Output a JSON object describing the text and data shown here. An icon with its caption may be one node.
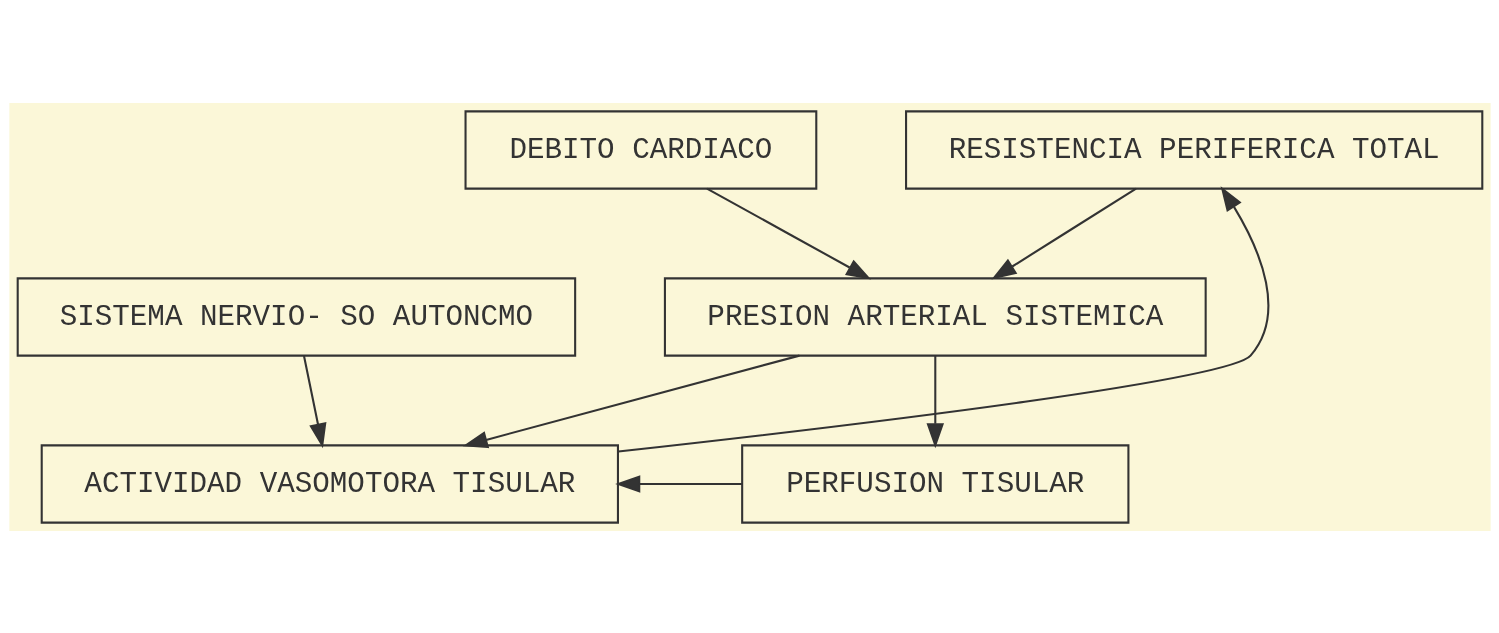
{
  "diagram": {
    "nodes": [
      {
        "text": [
          "DEBITO CARDIACO"
        ]
      },
      {
        "text": [
          "RESISTENCIA PERIFERICA TOTAL"
        ]
      },
      {
        "text": [
          "PRESION ARTERIAL SISTEMICA"
        ]
      },
      {
        "text": [
          "SISTEMA NERVIO- SO AUTONCMO"
        ]
      },
      {
        "text": [
          "ACTIVIDAD VASOMOTORA TISULAR"
        ]
      },
      {
        "text": [
          "PERFUSION TISULAR"
        ]
      }
    ],
    "edges": [
      {
        "from": 0,
        "to": 2,
        "arrow": "to"
      },
      {
        "from": 1,
        "to": 2,
        "arrow": "to"
      },
      {
        "from": 2,
        "to": 5,
        "arrow": "to"
      },
      {
        "from": 2,
        "to": 4,
        "arrow": "to"
      },
      {
        "from": 4,
        "to": 1,
        "arrow": "to"
      },
      {
        "from": 3,
        "to": 4,
        "arrow": "to"
      },
      {
        "from": 5,
        "to": 4,
        "arrow": "to"
      }
    ]
  }
}
